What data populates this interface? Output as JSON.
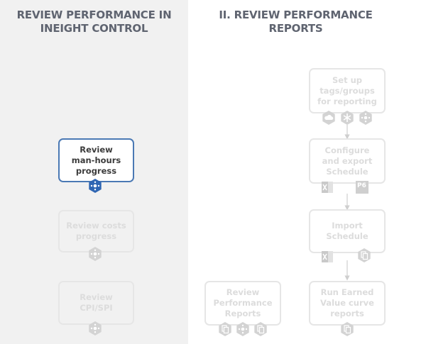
{
  "colors": {
    "left_panel_bg": "#f1f1f1",
    "heading_text": "#5f6470",
    "active_border": "#4b79b4",
    "active_badge": "#2f66b3",
    "inactive_border": "#e6e6e6",
    "inactive_text": "#dcdcdc",
    "inactive_badge": "#d3d3d3",
    "connector": "#cfcfcf"
  },
  "left_panel": {
    "heading_line1": "REVIEW PERFORMANCE IN",
    "heading_line2": "INEIGHT CONTROL",
    "steps": [
      {
        "lines": [
          "Review",
          "man-hours",
          "progress"
        ],
        "state": "active",
        "badge_icon": "network-hub-icon"
      },
      {
        "lines": [
          "Review costs",
          "progress"
        ],
        "state": "inactive",
        "badge_icon": "network-hub-icon"
      },
      {
        "lines": [
          "Review",
          "CPI/SPI"
        ],
        "state": "inactive",
        "badge_icon": "network-hub-icon"
      }
    ]
  },
  "right_panel": {
    "heading_line1": "II. REVIEW PERFORMANCE",
    "heading_line2": "REPORTS",
    "steps": [
      {
        "lines": [
          "Set up",
          "tags/groups",
          "for reporting"
        ],
        "state": "inactive",
        "icons": [
          "cloud-icon",
          "spark-icon",
          "network-hub-icon"
        ]
      },
      {
        "lines": [
          "Configure",
          "and export",
          "Schedule"
        ],
        "state": "inactive",
        "icons": [
          "excel-icon",
          "primavera-p6-icon"
        ]
      },
      {
        "lines": [
          "Import",
          "Schedule"
        ],
        "state": "inactive",
        "icons": [
          "excel-icon",
          "report-icon"
        ]
      },
      {
        "lines": [
          "Run Earned",
          "Value curve",
          "reports"
        ],
        "state": "inactive",
        "icons": [
          "report-icon"
        ]
      },
      {
        "lines": [
          "Review",
          "Performance",
          "Reports"
        ],
        "state": "inactive",
        "icons": [
          "report-icon",
          "network-hub-icon",
          "report-icon"
        ]
      }
    ],
    "p6_label": "P6"
  }
}
